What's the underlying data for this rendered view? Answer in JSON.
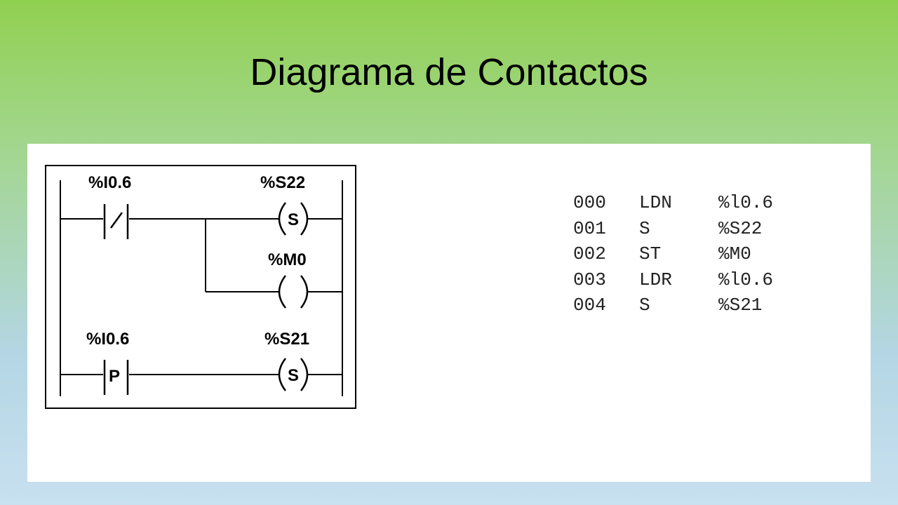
{
  "slide": {
    "title": "Diagrama de Contactos"
  },
  "ladder": {
    "rung1": {
      "contact_label": "%I0.6",
      "coil1_label": "%S22",
      "coil1_letter": "S",
      "coil2_label": "%M0"
    },
    "rung2": {
      "contact_label": "%I0.6",
      "contact_letter": "P",
      "coil_label": "%S21",
      "coil_letter": "S"
    }
  },
  "instruction_list": [
    {
      "address": "000",
      "op": "LDN",
      "operand": "%l0.6"
    },
    {
      "address": "001",
      "op": "S",
      "operand": "%S22"
    },
    {
      "address": "002",
      "op": "ST",
      "operand": "%M0"
    },
    {
      "address": "003",
      "op": "LDR",
      "operand": "%l0.6"
    },
    {
      "address": "004",
      "op": "S",
      "operand": "%S21"
    }
  ]
}
